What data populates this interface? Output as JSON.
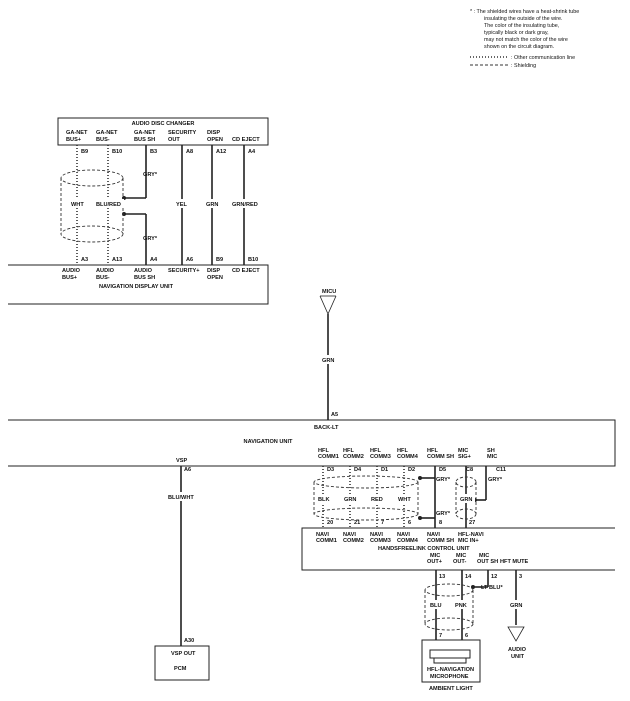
{
  "legend": {
    "note": [
      "* : The shielded wires have a heat-shrink tube",
      "insulating the outside of the wire.",
      "The color of the insulating tube,",
      "typically black or dark gray,",
      "may not match the color of the wire",
      "shown on the circuit diagram."
    ],
    "other_comm": ": Other communication line",
    "shielding": ": Shielding"
  },
  "components": {
    "audio_disc_changer": {
      "name": "AUDIO DISC CHANGER",
      "pins": [
        [
          "GA-NET",
          "BUS+"
        ],
        [
          "GA-NET",
          "BUS-"
        ],
        [
          "GA-NET",
          "BUS SH"
        ],
        [
          "SECURITY",
          "OUT"
        ],
        [
          "DISP",
          "OPEN"
        ],
        [
          "CD EJECT"
        ]
      ]
    },
    "navigation_display_unit": {
      "name": "NAVIGATION DISPLAY UNIT",
      "pins": [
        [
          "AUDIO",
          "BUS+"
        ],
        [
          "AUDIO",
          "BUS-"
        ],
        [
          "AUDIO",
          "BUS SH"
        ],
        [
          "SECURITY+"
        ],
        [
          "DISP",
          "OPEN"
        ],
        [
          "CD EJECT"
        ]
      ]
    },
    "micu": {
      "name": "MICU"
    },
    "navigation_unit": {
      "name": "NAVIGATION UNIT",
      "back_lt": "BACK-LT",
      "pins": [
        [
          "VSP"
        ],
        [
          "HFL",
          "COMM1"
        ],
        [
          "HFL",
          "COMM2"
        ],
        [
          "HFL",
          "COMM3"
        ],
        [
          "HFL",
          "COMM4"
        ],
        [
          "HFL",
          "COMM SH"
        ],
        [
          "MIC",
          "SIG+"
        ],
        [
          "SH",
          "MIC"
        ]
      ]
    },
    "pcm": {
      "name": "PCM",
      "pin": "VSP OUT"
    },
    "handsfree_unit": {
      "name": "HANDSFREELINK CONTROL UNIT",
      "top_pins": [
        [
          "NAVI",
          "COMM1"
        ],
        [
          "NAVI",
          "COMM2"
        ],
        [
          "NAVI",
          "COMM3"
        ],
        [
          "NAVI",
          "COMM4"
        ],
        [
          "NAVI",
          "COMM SH"
        ],
        [
          "HFL-NAVI",
          "MIC IN+"
        ]
      ],
      "bottom_pins": [
        [
          "MIC",
          "OUT+"
        ],
        [
          "MIC",
          "OUT-"
        ],
        [
          "MIC",
          "OUT SH"
        ],
        [
          "HFT MUTE"
        ]
      ]
    },
    "audio_unit": [
      "AUDIO",
      "UNIT"
    ],
    "microphone": {
      "name": [
        "HFL-NAVIGATION",
        "MICROPHONE"
      ],
      "below": "AMBIENT LIGHT"
    }
  },
  "terminals": {
    "adc": [
      "B9",
      "B10",
      "B3",
      "A8",
      "A12",
      "A4"
    ],
    "ndu": [
      "A3",
      "A13",
      "A4",
      "A6",
      "B9",
      "B10"
    ],
    "micu": "A5",
    "nu": [
      "A6",
      "D3",
      "D4",
      "D1",
      "D2",
      "D5",
      "C8",
      "C11"
    ],
    "pcm": "A30",
    "hf": [
      "20",
      "21",
      "7",
      "6",
      "8",
      "27"
    ],
    "hf_bottom": [
      "13",
      "14",
      "12",
      "3"
    ],
    "mic": [
      "7",
      "6"
    ]
  },
  "wires": {
    "gry_star": "GRY*",
    "adc_colors": [
      "WHT",
      "BLU/RED",
      "YEL",
      "GRN",
      "GRN/RED"
    ],
    "micu_color": "GRN",
    "vsp_color": "BLU/WHT",
    "comm_colors": [
      "BLK",
      "GRN",
      "RED",
      "WHT",
      "GRN"
    ],
    "mic_sh_color": "LT BLU*",
    "mic_colors": [
      "BLU",
      "PNK"
    ],
    "mute_color": "GRN"
  }
}
